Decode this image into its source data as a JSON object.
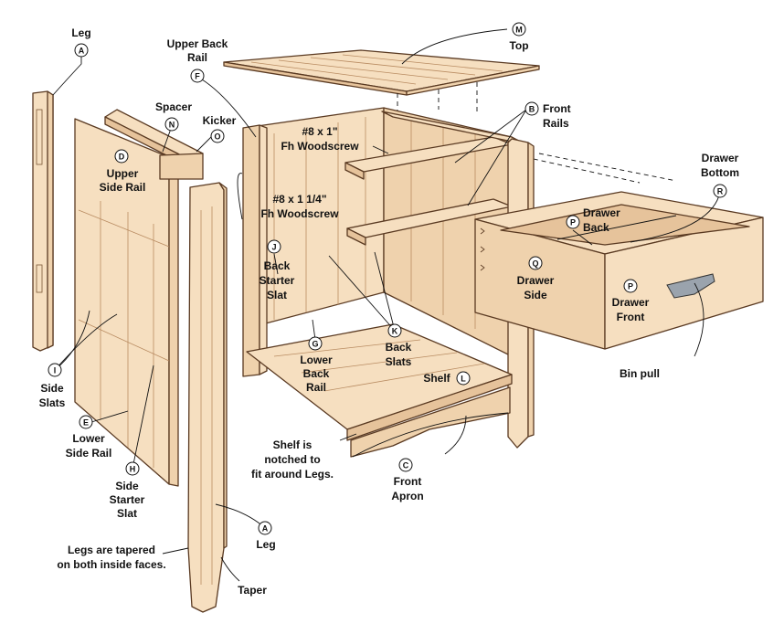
{
  "labels": {
    "leg_top": "Leg",
    "upper_back_rail": [
      "Upper Back",
      "Rail"
    ],
    "top": "Top",
    "spacer": "Spacer",
    "kicker": "Kicker",
    "upper_side_rail": [
      "Upper",
      "Side Rail"
    ],
    "woodscrew_1": [
      "#8 x 1\"",
      "Fh Woodscrew"
    ],
    "woodscrew_2": [
      "#8 x 1 1/4\"",
      "Fh Woodscrew"
    ],
    "front_rails": [
      "Front",
      "Rails"
    ],
    "drawer_bottom": [
      "Drawer",
      "Bottom"
    ],
    "drawer_back": [
      "Drawer",
      "Back"
    ],
    "back_starter_slat": [
      "Back",
      "Starter",
      "Slat"
    ],
    "drawer_side": [
      "Drawer",
      "Side"
    ],
    "drawer_front": [
      "Drawer",
      "Front"
    ],
    "side_slats": [
      "Side",
      "Slats"
    ],
    "lower_back_rail": [
      "Lower",
      "Back",
      "Rail"
    ],
    "back_slats": [
      "Back",
      "Slats"
    ],
    "bin_pull": "Bin pull",
    "shelf": "Shelf",
    "lower_side_rail": [
      "Lower",
      "Side Rail"
    ],
    "side_starter_slat": [
      "Side",
      "Starter",
      "Slat"
    ],
    "shelf_note": [
      "Shelf is",
      "notched to",
      "fit around Legs."
    ],
    "front_apron": [
      "Front",
      "Apron"
    ],
    "leg_bottom": "Leg",
    "legs_note": [
      "Legs are tapered",
      "on both inside faces."
    ],
    "taper": "Taper"
  },
  "letters": {
    "leg_top": "A",
    "upper_back_rail": "F",
    "top": "M",
    "spacer": "N",
    "kicker": "O",
    "upper_side_rail": "D",
    "front_rails": "B",
    "drawer_bottom": "R",
    "drawer_back": "P",
    "back_starter_slat": "J",
    "drawer_side": "Q",
    "drawer_front": "P",
    "side_slats": "I",
    "lower_back_rail": "G",
    "back_slats": "K",
    "shelf": "L",
    "lower_side_rail": "E",
    "side_starter_slat": "H",
    "front_apron": "C",
    "leg_bottom": "A"
  }
}
